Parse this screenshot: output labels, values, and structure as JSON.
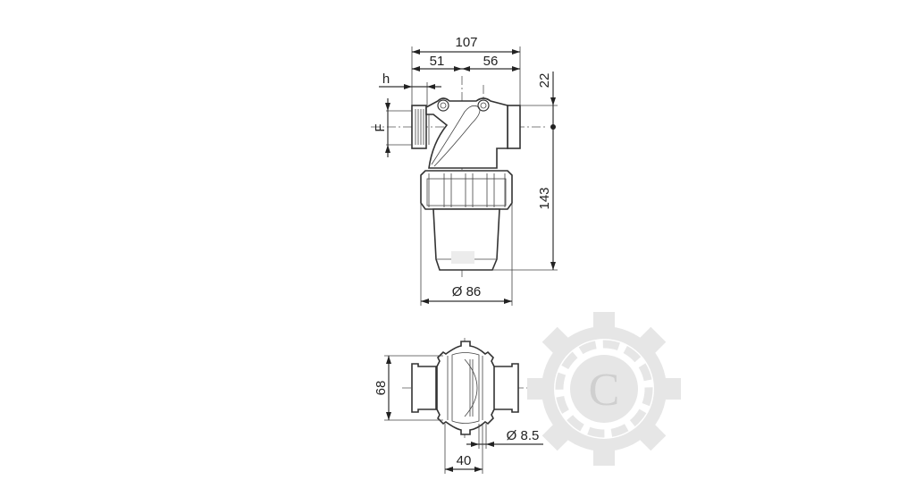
{
  "drawing": {
    "title": "Filter technical dimension drawing",
    "side_view": {
      "dims": {
        "overall_width": "107",
        "inlet_offset": "51",
        "outlet_offset": "56",
        "thread_depth": "h",
        "thread_size": "F",
        "top_to_axis": "22",
        "axis_to_bottom": "143",
        "bowl_diameter": "Ø 86"
      }
    },
    "top_view": {
      "dims": {
        "body_depth": "68",
        "mount_hole_diameter": "Ø 8.5",
        "mount_hole_spacing": "40"
      }
    },
    "watermark": {
      "letter": "C",
      "color": "#e6e6e6"
    }
  }
}
